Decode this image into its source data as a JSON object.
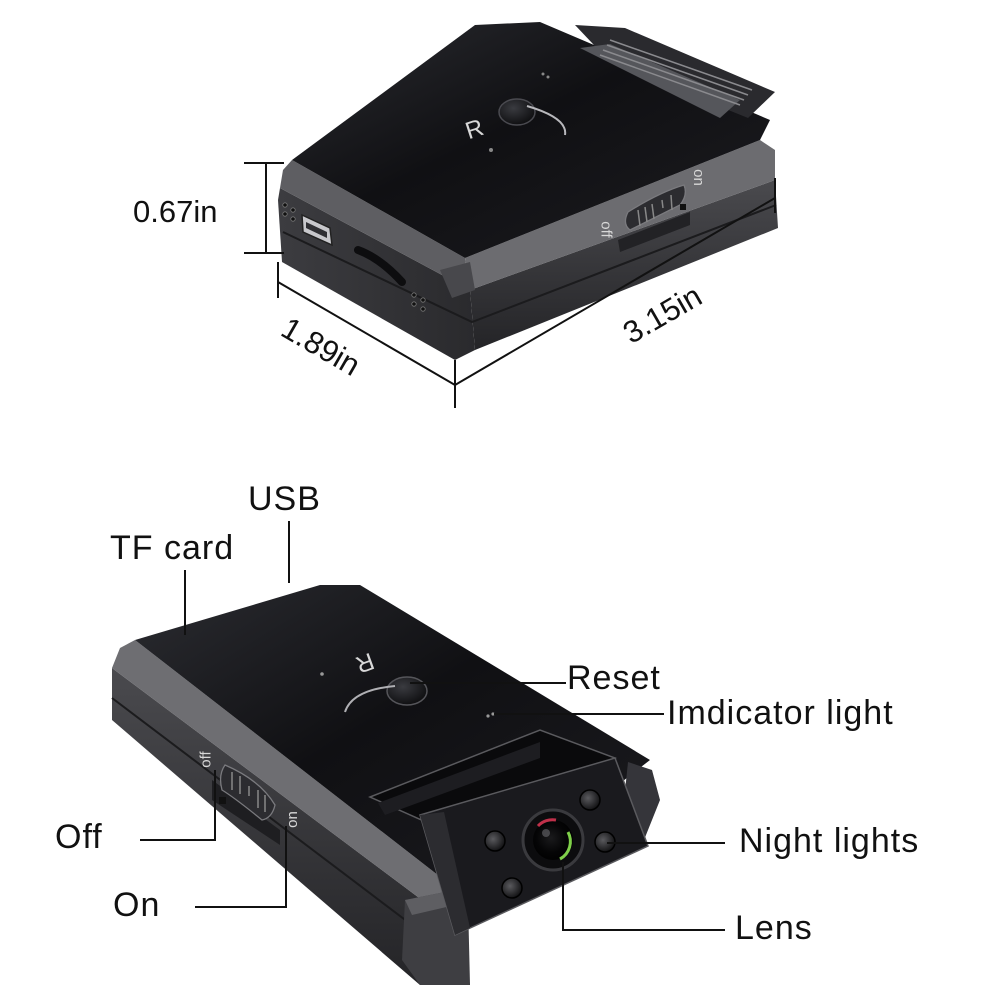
{
  "figure": {
    "top_view": {
      "name": "dimension-view",
      "dimensions": {
        "height": "0.67in",
        "width": "1.89in",
        "length": "3.15in"
      },
      "device_markings": {
        "reset_letter": "R",
        "switch_on": "on",
        "switch_off": "off"
      }
    },
    "bottom_view": {
      "name": "feature-callout-view",
      "callouts": {
        "usb": "USB",
        "tf_card": "TF card",
        "reset": "Reset",
        "indicator_light": "Imdicator light",
        "night_lights": "Night lights",
        "lens": "Lens",
        "off": "Off",
        "on": "On"
      },
      "device_markings": {
        "reset_letter": "R",
        "switch_on": "on",
        "switch_off": "off"
      }
    }
  },
  "colors": {
    "background": "#ffffff",
    "body_top": "#141418",
    "body_side": "#3a3a3e",
    "bevel": "#77777b",
    "label_text": "#111111",
    "leader_line": "#111111",
    "lens_ring_red": "#c0304a",
    "lens_ring_green": "#7fd04a"
  }
}
